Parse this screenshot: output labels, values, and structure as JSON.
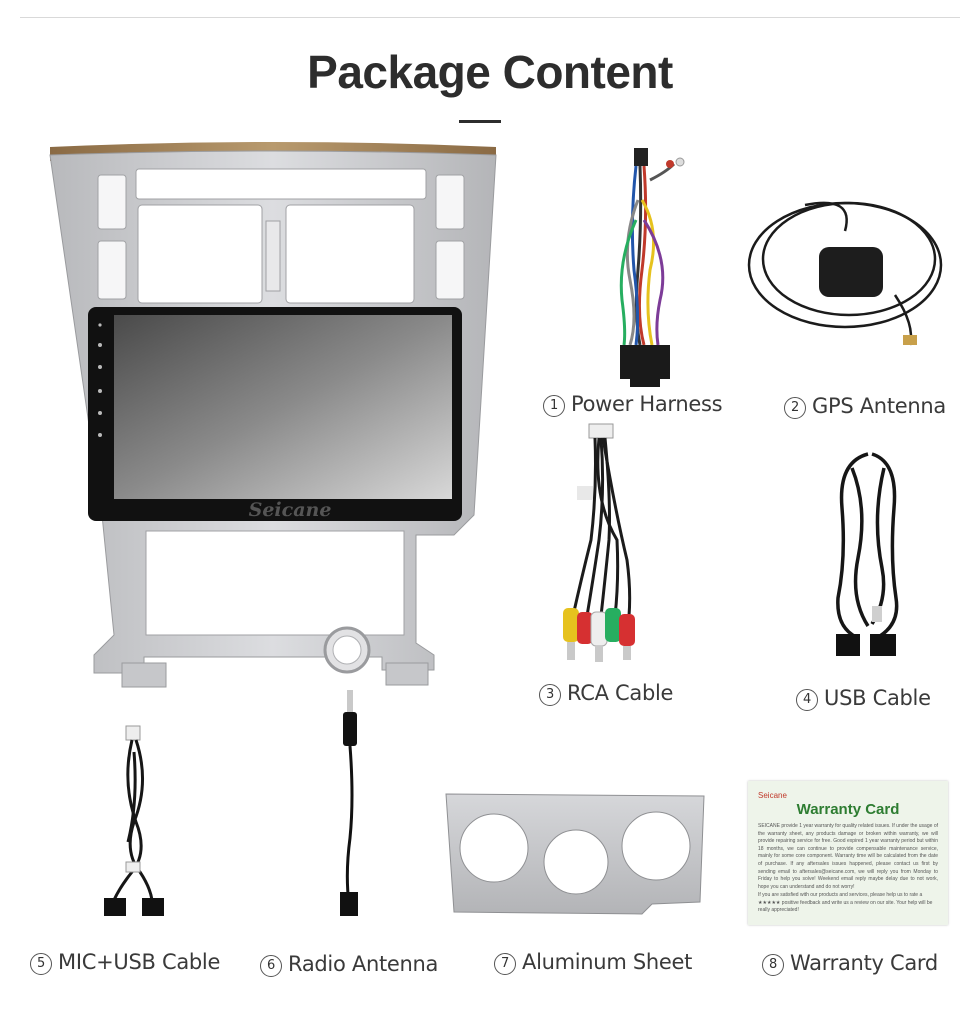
{
  "header": {
    "title": "Package Content"
  },
  "brand_watermark": "Seicane",
  "items": [
    {
      "num": "1",
      "label": "Power Harness"
    },
    {
      "num": "2",
      "label": "GPS Antenna"
    },
    {
      "num": "3",
      "label": "RCA Cable"
    },
    {
      "num": "4",
      "label": "USB Cable"
    },
    {
      "num": "5",
      "label": "MIC+USB Cable"
    },
    {
      "num": "6",
      "label": "Radio Antenna"
    },
    {
      "num": "7",
      "label": "Aluminum Sheet"
    },
    {
      "num": "8",
      "label": "Warranty Card"
    }
  ],
  "warranty_card": {
    "brand": "Seicane",
    "title": "Warranty Card",
    "body": "SEICANE provide 1 year warranty for quality related issues. If under the usage of the warranty sheet, any products damage or broken within warranty, we will provide repairing service for free. Good expired 1 year warranty period but within 18 months, we can continue to provide compensable maintenance service, mainly for some core component. Warranty time will be calculated from the date of purchase. If any aftersales issues happened, please contact us first by sending email to aftersales@seicane.com, we will reply you from Monday to Friday to help you solve! Weekend email reply maybe delay due to not work, hope you can understand and do not worry!",
    "footer": "If you are satisfied with our products and services, please help us to rate a ★★★★★ positive feedback and write us a review on our site. Your help will be really appreciated!"
  },
  "colors": {
    "title": "#2d2d2d",
    "label": "#3a3a3a",
    "panel_silver": "#c9cacd",
    "wood_trim": "#a8875c",
    "warranty_bg": "#eef4ea",
    "warranty_title": "#2e7d32"
  }
}
